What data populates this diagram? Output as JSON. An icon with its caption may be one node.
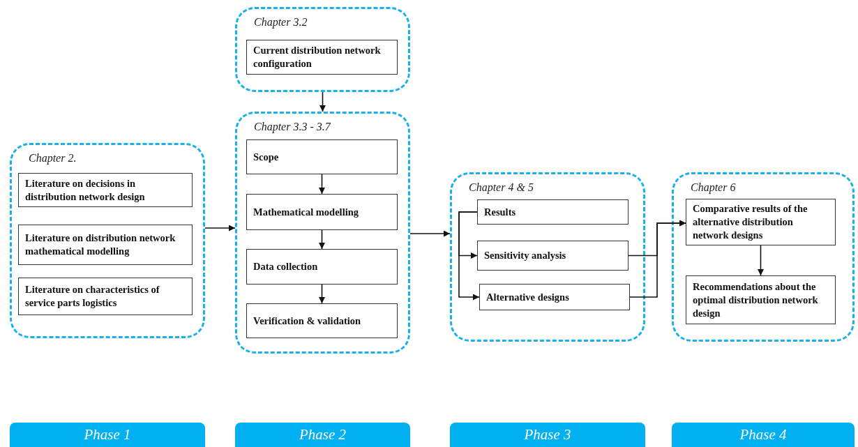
{
  "diagram": {
    "nodes": [
      {
        "text": [
          "Chapter 2."
        ]
      },
      {
        "text": [
          "Literature on decisions in distribution network design"
        ],
        "in": 0
      },
      {
        "text": [
          "Literature on distribution network mathematical modelling"
        ],
        "in": 0
      },
      {
        "text": [
          "Literature on characteristics of service parts logistics"
        ],
        "in": 0
      },
      {
        "text": [
          "Chapter 3.2"
        ]
      },
      {
        "text": [
          "Current distribution network configuration"
        ],
        "in": 4
      },
      {
        "text": [
          "Chapter 3.3 - 3.7"
        ]
      },
      {
        "text": [
          "Scope"
        ],
        "in": 6
      },
      {
        "text": [
          "Mathematical modelling"
        ],
        "in": 6
      },
      {
        "text": [
          "Data collection"
        ],
        "in": 6
      },
      {
        "text": [
          "Verification & validation"
        ],
        "in": 6
      },
      {
        "text": [
          "Chapter 4 & 5"
        ]
      },
      {
        "text": [
          "Results"
        ],
        "in": 11
      },
      {
        "text": [
          "Sensitivity analysis"
        ],
        "in": 11
      },
      {
        "text": [
          "Alternative designs"
        ],
        "in": 11
      },
      {
        "text": [
          "Chapter 6"
        ]
      },
      {
        "text": [
          "Comparative results of the alternative distribution network designs"
        ],
        "in": 15
      },
      {
        "text": [
          "Recommendations about the optimal distribution network design"
        ],
        "in": 15
      },
      {
        "text": [
          "Phase 1"
        ]
      },
      {
        "text": [
          "Phase 2"
        ]
      },
      {
        "text": [
          "Phase 3"
        ]
      },
      {
        "text": [
          "Phase 4"
        ]
      }
    ],
    "edges": [
      {
        "from": 0,
        "to": 6,
        "arrow": "to"
      },
      {
        "from": 4,
        "to": 6,
        "arrow": "to"
      },
      {
        "from": 7,
        "to": 8,
        "arrow": "to"
      },
      {
        "from": 8,
        "to": 9,
        "arrow": "to"
      },
      {
        "from": 9,
        "to": 10,
        "arrow": "to"
      },
      {
        "from": 6,
        "to": 11,
        "arrow": "to"
      },
      {
        "from": 12,
        "to": 13,
        "arrow": "to"
      },
      {
        "from": 12,
        "to": 14,
        "arrow": "to"
      },
      {
        "from": 13,
        "to": 16,
        "arrow": "to"
      },
      {
        "from": 14,
        "to": 16,
        "arrow": "to"
      },
      {
        "from": 16,
        "to": 17,
        "arrow": "to"
      }
    ]
  }
}
